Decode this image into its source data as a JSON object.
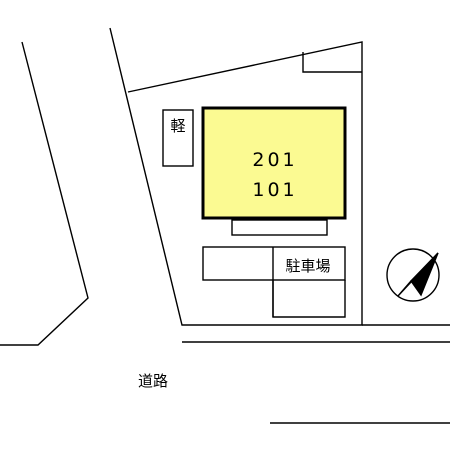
{
  "map": {
    "building": {
      "units": [
        "201",
        "101"
      ],
      "fill_color": "#fbfa92"
    },
    "kei_parking_label": "軽",
    "parking_label": "駐車場",
    "road_label": "道路",
    "north_arrow": {
      "icon": "north-arrow-icon"
    }
  }
}
